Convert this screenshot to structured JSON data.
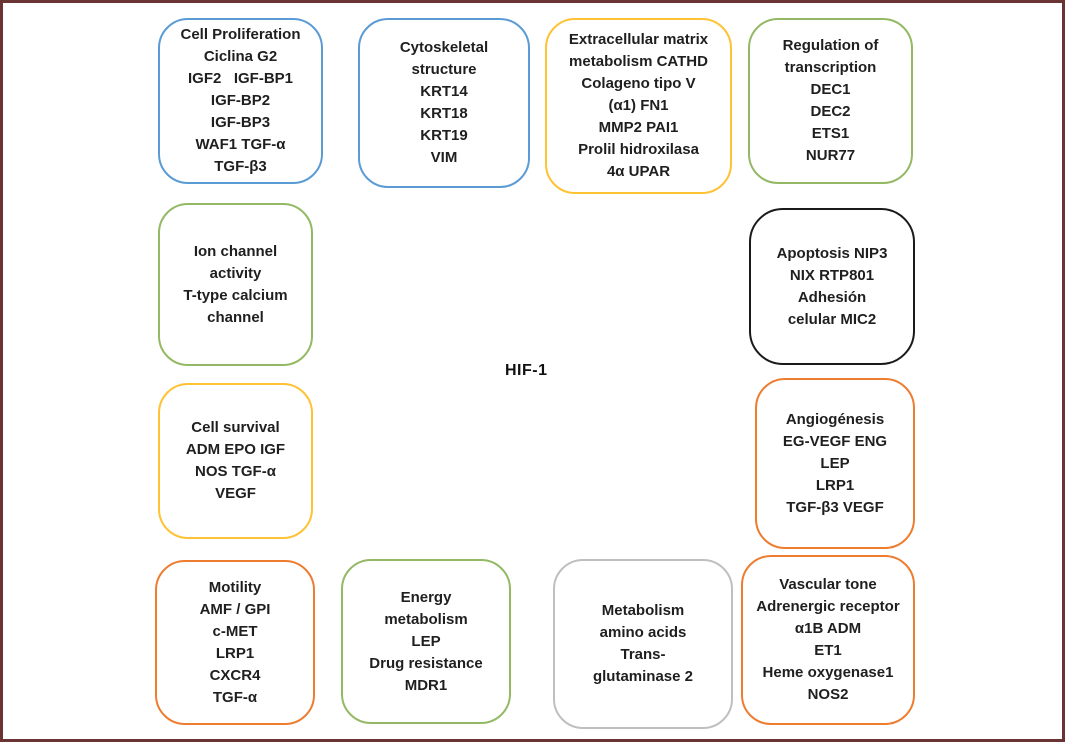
{
  "center_label": "HIF-1",
  "colors": {
    "blue": "#5b9bd5",
    "gold": "#ffc234",
    "green": "#94b964",
    "black": "#1a1a1a",
    "orange": "#ed7d31",
    "gray": "#bfbfbf",
    "frame": "#6b3434",
    "text": "#1f1f1f"
  },
  "boxes": [
    {
      "name": "cell-proliferation",
      "border": "blue",
      "lines": [
        "Cell Proliferation",
        "Ciclina G2",
        "IGF2   IGF-BP1",
        "IGF-BP2",
        "IGF-BP3",
        "WAF1 TGF-α",
        "TGF-β3"
      ]
    },
    {
      "name": "cytoskeletal-structure",
      "border": "blue",
      "lines": [
        "Cytoskeletal",
        "structure",
        "KRT14",
        "KRT18",
        "KRT19",
        "VIM"
      ]
    },
    {
      "name": "extracellular-matrix-metabolism",
      "border": "gold",
      "lines": [
        "Extracellular matrix",
        "metabolism CATHD",
        "Colageno tipo V",
        "(α1) FN1",
        "MMP2 PAI1",
        "Prolil hidroxilasa",
        "4α UPAR"
      ]
    },
    {
      "name": "regulation-of-transcription",
      "border": "green",
      "lines": [
        "Regulation of",
        "transcription",
        "DEC1",
        "DEC2",
        "ETS1",
        "NUR77"
      ]
    },
    {
      "name": "ion-channel-activity",
      "border": "green",
      "lines": [
        "Ion channel",
        "activity",
        "T-type calcium",
        "channel"
      ]
    },
    {
      "name": "apoptosis-adhesion",
      "border": "black",
      "lines": [
        "Apoptosis NIP3",
        "NIX RTP801",
        "Adhesión",
        "celular MIC2"
      ]
    },
    {
      "name": "cell-survival",
      "border": "gold",
      "lines": [
        "Cell survival",
        "ADM EPO IGF",
        "NOS TGF-α",
        "VEGF"
      ]
    },
    {
      "name": "angiogenesis",
      "border": "orange",
      "lines": [
        "Angiogénesis",
        "EG-VEGF ENG",
        "LEP",
        "LRP1",
        "TGF-β3 VEGF"
      ]
    },
    {
      "name": "motility",
      "border": "orange",
      "lines": [
        "Motility",
        "AMF / GPI",
        "c-MET",
        "LRP1",
        "CXCR4",
        "TGF-α"
      ]
    },
    {
      "name": "energy-metabolism",
      "border": "green",
      "lines": [
        "Energy",
        "metabolism",
        "LEP",
        "Drug resistance",
        "MDR1"
      ]
    },
    {
      "name": "metabolism-amino-acids",
      "border": "gray",
      "lines": [
        "Metabolism",
        "amino acids",
        "Trans-",
        "glutaminase 2"
      ]
    },
    {
      "name": "vascular-tone",
      "border": "orange",
      "lines": [
        "Vascular tone",
        "Adrenergic receptor",
        "α1B ADM",
        "ET1",
        "Heme oxygenase1",
        "NOS2"
      ]
    }
  ]
}
